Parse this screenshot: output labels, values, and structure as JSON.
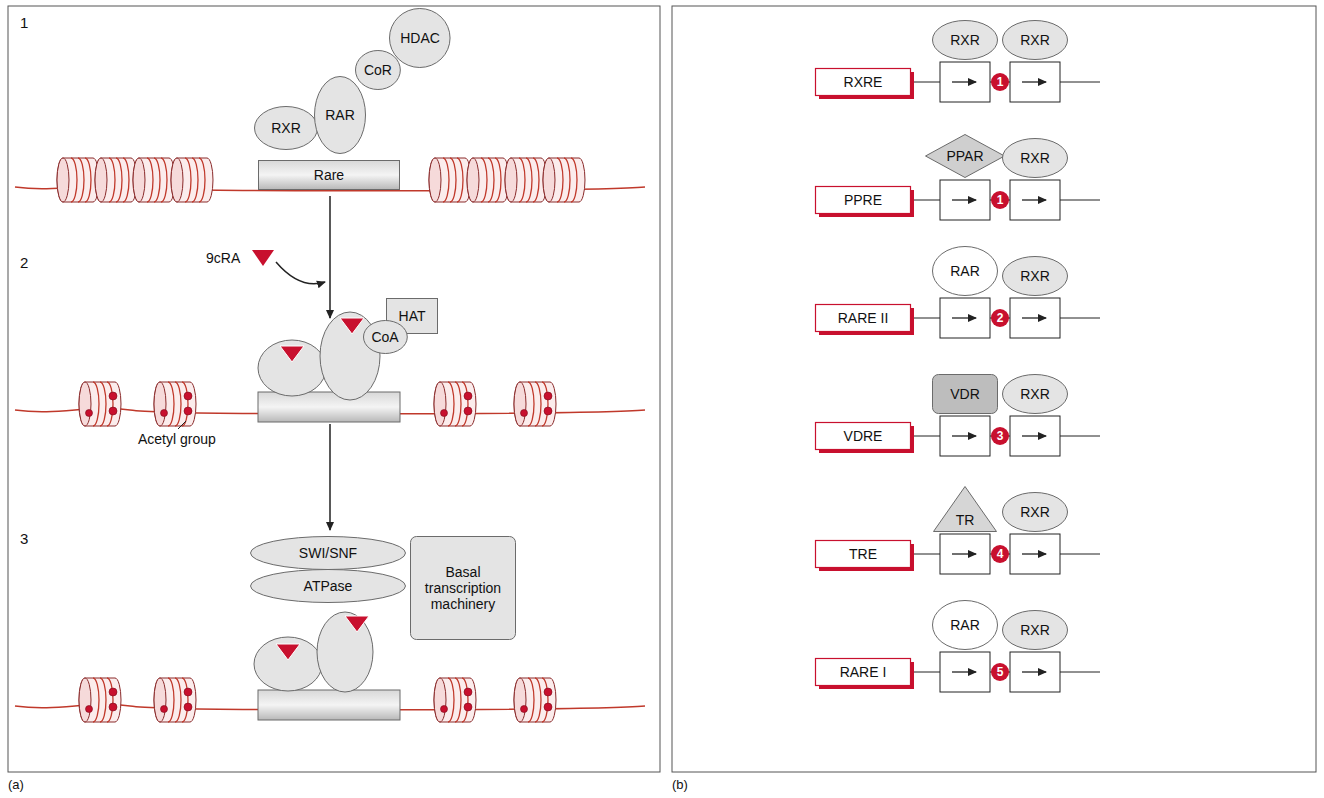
{
  "diagram": {
    "nodes": [
      {
        "text": [
          "HDAC"
        ]
      },
      {
        "text": [
          "CoR"
        ]
      },
      {
        "text": [
          "RXR"
        ]
      },
      {
        "text": [
          "RAR"
        ]
      },
      {
        "text": [
          "Rare"
        ]
      },
      {
        "text": [
          "HAT"
        ]
      },
      {
        "text": [
          "CoA"
        ]
      },
      {
        "text": [
          "SWI/SNF"
        ]
      },
      {
        "text": [
          "ATPase"
        ]
      },
      {
        "text": [
          "Basal transcription machinery"
        ]
      },
      {
        "text": [
          "RXR"
        ]
      },
      {
        "text": [
          "RXR"
        ]
      },
      {
        "text": [
          "RXRE"
        ]
      },
      {
        "text": [
          "PPAR"
        ]
      },
      {
        "text": [
          "RXR"
        ]
      },
      {
        "text": [
          "PPRE"
        ]
      },
      {
        "text": [
          "RAR"
        ]
      },
      {
        "text": [
          "RXR"
        ]
      },
      {
        "text": [
          "RARE II"
        ]
      },
      {
        "text": [
          "VDR"
        ]
      },
      {
        "text": [
          "RXR"
        ]
      },
      {
        "text": [
          "VDRE"
        ]
      },
      {
        "text": [
          "TR"
        ]
      },
      {
        "text": [
          "RXR"
        ]
      },
      {
        "text": [
          "TRE"
        ]
      },
      {
        "text": [
          "RAR"
        ]
      },
      {
        "text": [
          "RXR"
        ]
      },
      {
        "text": [
          "RARE I"
        ]
      }
    ],
    "labels": [
      "1",
      "2",
      "3",
      "9cRA",
      "Acetyl group",
      "(a)",
      "(b)",
      "1",
      "1",
      "2",
      "3",
      "4",
      "5"
    ]
  }
}
